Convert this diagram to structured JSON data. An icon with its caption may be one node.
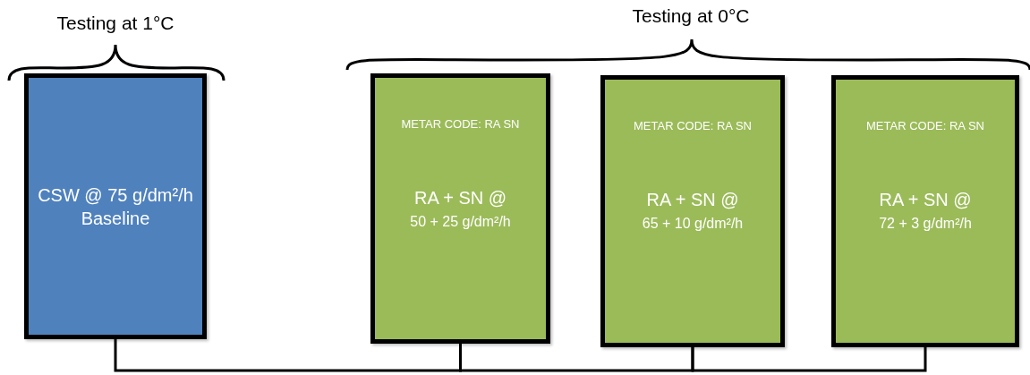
{
  "diagram": {
    "nodes": [
      {
        "text": [
          "CSW @ 75 g/dm²/h Baseline"
        ]
      },
      {
        "text": [
          "METAR CODE: RA SN",
          "RA + SN @",
          "50 + 25 g/dm²/h"
        ]
      },
      {
        "text": [
          "METAR CODE: RA SN",
          "RA + SN @",
          "65 + 10 g/dm²/h"
        ]
      },
      {
        "text": [
          "METAR CODE: RA SN",
          "RA + SN @",
          "72 + 3 g/dm²/h"
        ]
      }
    ],
    "edges": [
      {
        "from": 0,
        "to": 1,
        "arrow": "none"
      },
      {
        "from": 1,
        "to": 2,
        "arrow": "none"
      },
      {
        "from": 2,
        "to": 3,
        "arrow": "none"
      }
    ],
    "labels": [
      "Testing at 1°C",
      "Testing at 0°C"
    ]
  }
}
